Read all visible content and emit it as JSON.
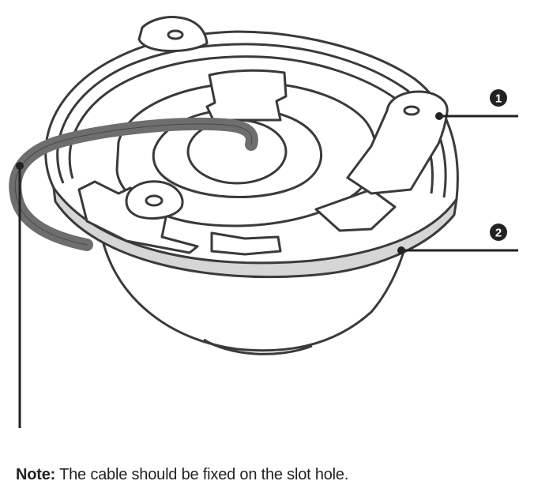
{
  "diagram": {
    "callouts": [
      {
        "number": "1"
      },
      {
        "number": "2"
      }
    ]
  },
  "note": {
    "label": "Note:",
    "text": " The cable should be fixed on the slot hole."
  },
  "colors": {
    "outline": "#3a3a3a",
    "cable": "#6e6e6e",
    "ring_band": "#d6d6d6",
    "callout_dot": "#222222",
    "background": "#ffffff"
  }
}
